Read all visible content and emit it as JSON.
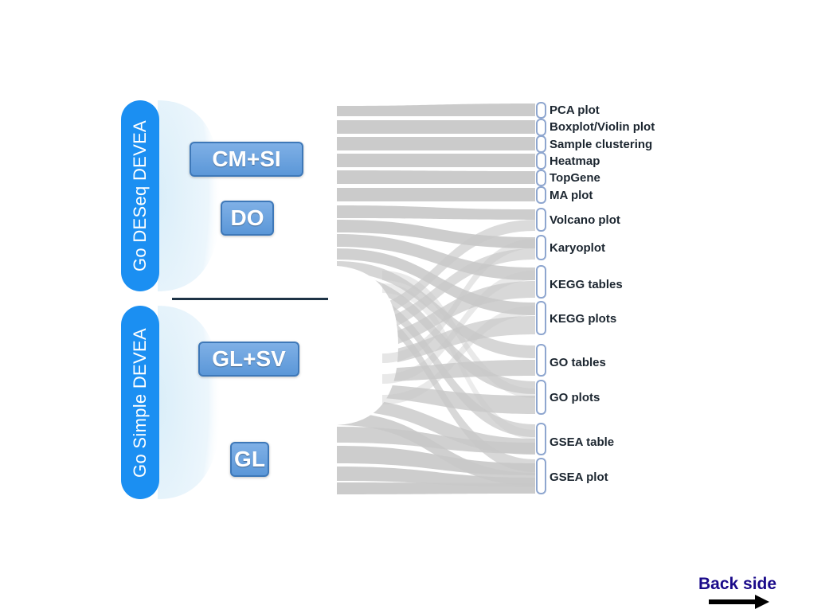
{
  "tabs": {
    "deseq": "Go DESeq DEVEA",
    "simple": "Go Simple DEVEA"
  },
  "inputs": {
    "cmsi": "CM+SI",
    "do": "DO",
    "glsv": "GL+SV",
    "gl": "GL"
  },
  "outputs": [
    "PCA plot",
    "Boxplot/Violin plot",
    "Sample clustering",
    "Heatmap",
    "TopGene",
    "MA plot",
    "Volcano plot",
    "Karyoplot",
    "KEGG tables",
    "KEGG plots",
    "GO tables",
    "GO plots",
    "GSEA table",
    "GSEA plot"
  ],
  "nav": {
    "back_side": "Back side"
  },
  "colors": {
    "tab": "#1b8ff2",
    "pill": "#5b97d8",
    "flow": "#c8c8c8",
    "node_border": "#8ea6cf",
    "back_text": "#1a0a8a"
  }
}
